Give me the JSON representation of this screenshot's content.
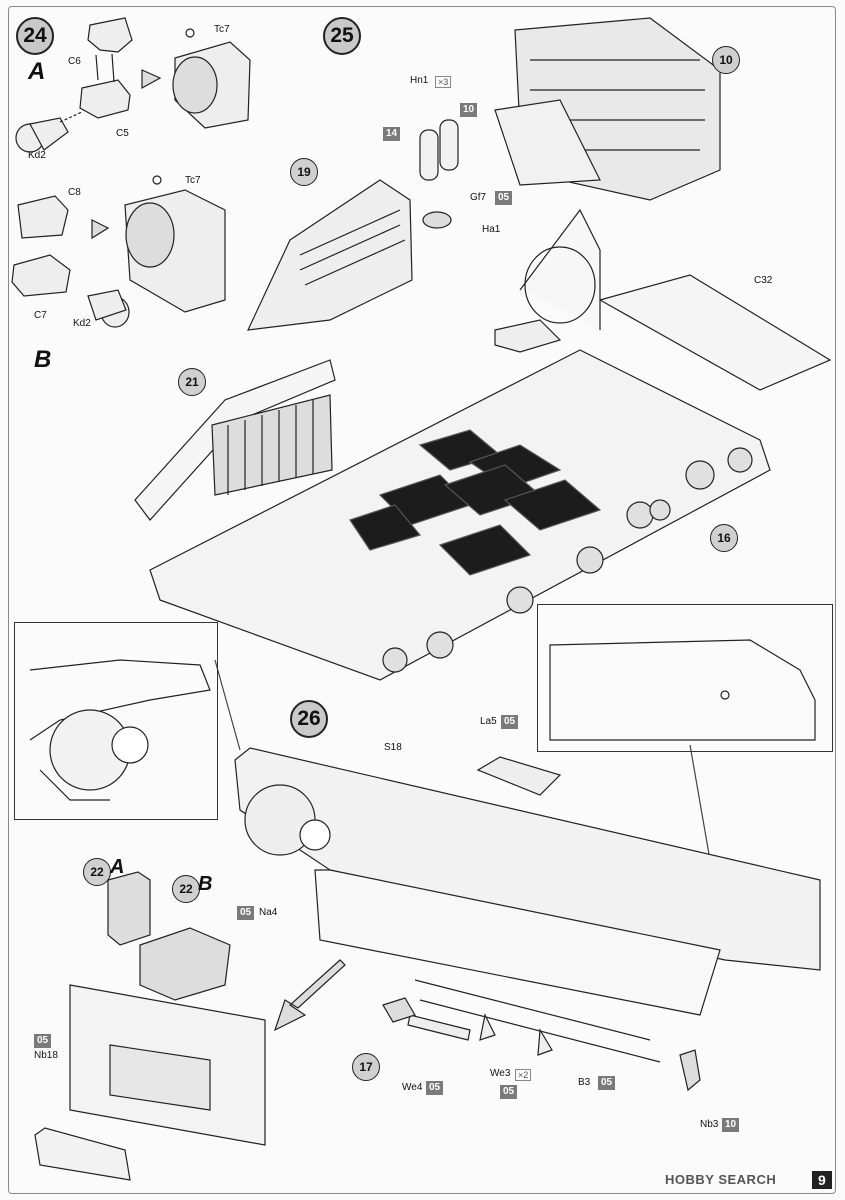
{
  "steps": {
    "s24": {
      "number": "24",
      "variant_a": "A",
      "variant_b": "B"
    },
    "s25": {
      "number": "25"
    },
    "s26": {
      "number": "26"
    }
  },
  "step24_labels": {
    "c6": "C6",
    "c5": "C5",
    "kd2_a": "Kd2",
    "tc7_a": "Tc7",
    "c8": "C8",
    "c7": "C7",
    "kd2_b": "Kd2",
    "tc7_b": "Tc7"
  },
  "step25_labels": {
    "hn1": "Hn1",
    "hn1_qty": "×3",
    "tag_14": "14",
    "tag_10": "10",
    "gf7": "Gf7",
    "gf7_tag": "05",
    "ha1": "Ha1",
    "c32": "C32",
    "ref_10": "10",
    "ref_19": "19",
    "ref_21": "21",
    "ref_16": "16"
  },
  "step26_labels": {
    "s18": "S18",
    "la5": "La5",
    "la5_tag": "05",
    "na4": "Na4",
    "na4_tag": "05",
    "ref_22a": "22",
    "ref_22a_variant": "A",
    "ref_22b": "22",
    "ref_22b_variant": "B",
    "nb18": "Nb18",
    "nb18_tag": "05",
    "ref_17": "17",
    "we4": "We4",
    "we4_tag": "05",
    "we3": "We3",
    "we3_qty": "×2",
    "we3_tag": "05",
    "b3": "B3",
    "b3_tag": "05",
    "nb3": "Nb3",
    "nb3_tag": "10"
  },
  "footer": {
    "brand": "HOBBY SEARCH",
    "page": "9"
  },
  "colors": {
    "ink": "#222222",
    "tag_grey": "#7a7a7a",
    "step_grey": "#c9c9c9",
    "armor_plate": "#1c1c1c"
  }
}
